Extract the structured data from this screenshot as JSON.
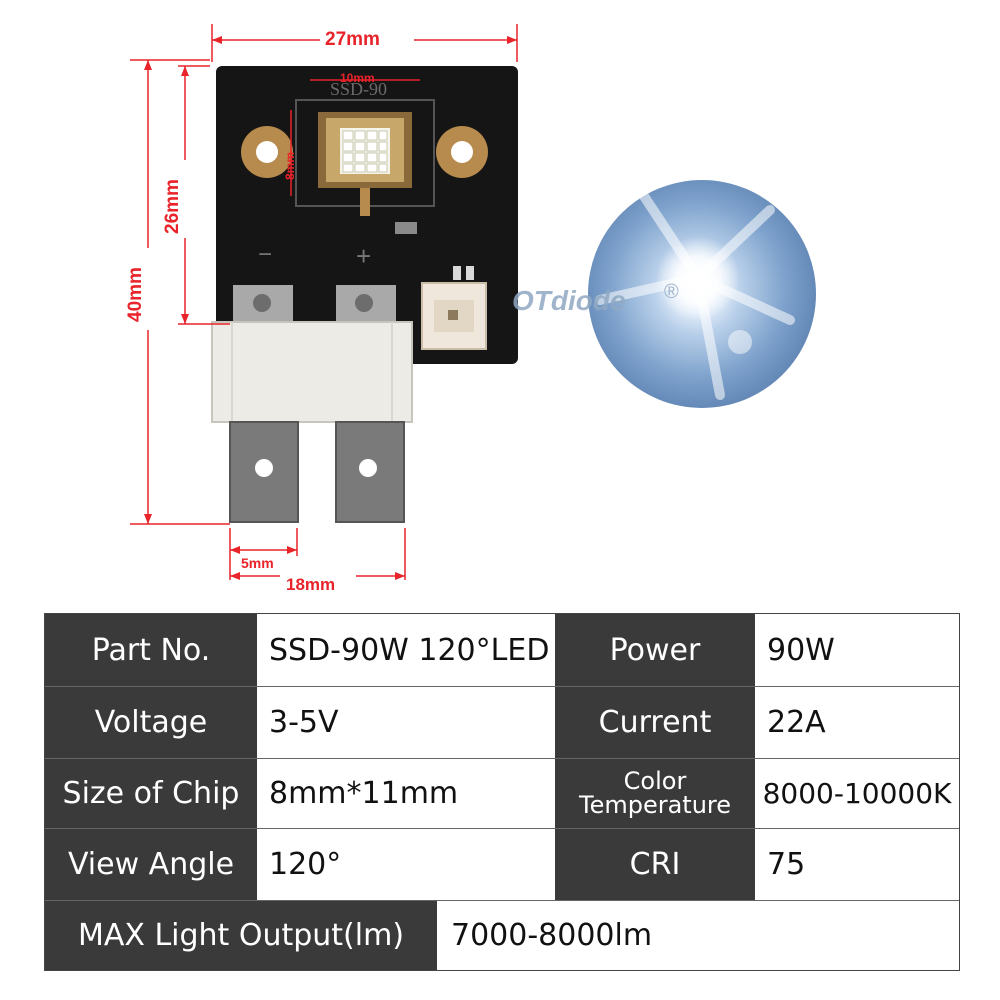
{
  "figure": {
    "dims": {
      "width_top": "27mm",
      "chip_w": "10mm",
      "chip_h": "8mm",
      "height_total": "40mm",
      "height_board": "26mm",
      "tab_w": "5mm",
      "tabs_span": "18mm"
    },
    "silkscreen": {
      "part": "SSD-90",
      "minus": "−",
      "plus": "+"
    },
    "brand": "OTdiode",
    "registered": "®",
    "colors": {
      "dimension": "#e8232a",
      "board": "#151515",
      "copper": "#b78a4d",
      "connector": "#efe7dc"
    }
  },
  "specs": {
    "row1": {
      "label_a": "Part No.",
      "value_a": "SSD-90W 120°LED",
      "label_b": "Power",
      "value_b": "90W"
    },
    "row2": {
      "label_a": "Voltage",
      "value_a": "3-5V",
      "label_b": "Current",
      "value_b": "22A"
    },
    "row3": {
      "label_a": "Size of Chip",
      "value_a": "8mm*11mm",
      "label_b_line1": "Color",
      "label_b_line2": "Temperature",
      "value_b": "8000-10000K"
    },
    "row4": {
      "label_a": "View Angle",
      "value_a": "120°",
      "label_b": "CRI",
      "value_b": "75"
    },
    "row5": {
      "label": "MAX Light Output(lm)",
      "value": "7000-8000lm"
    }
  }
}
